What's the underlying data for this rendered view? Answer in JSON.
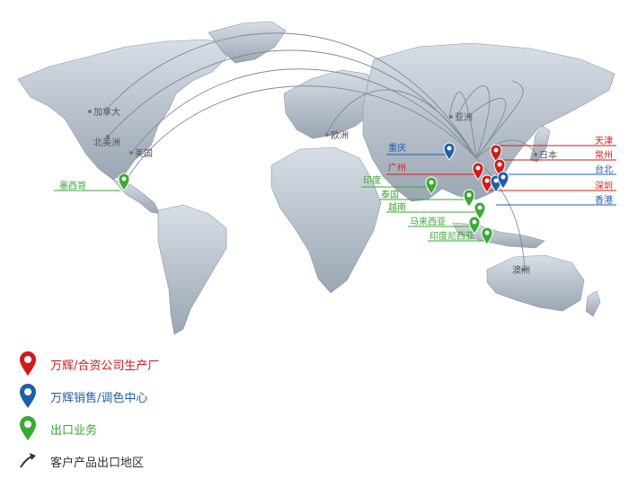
{
  "map": {
    "labels": {
      "canada": "加拿大",
      "north_america": "北美洲",
      "usa": "美国",
      "mexico": "墨西哥",
      "europe": "欧洲",
      "asia": "亚洲",
      "japan": "日本",
      "australia": "澳洲",
      "chongqing": "重庆",
      "guangzhou": "广州",
      "india": "印度",
      "thailand": "泰国",
      "vietnam": "越南",
      "malaysia": "马来西亚",
      "indonesia": "印度尼西亚",
      "tianjin": "天津",
      "changzhou": "常州",
      "taipei": "台北",
      "shenzhen": "深圳",
      "hongkong": "香港"
    }
  },
  "legend": {
    "factory": "万辉/合资公司生产厂",
    "sales": "万辉销售/调色中心",
    "export": "出口业务",
    "regions": "客户产品出口地区"
  },
  "colors": {
    "factory": "#d31a1a",
    "sales": "#1f5ea8",
    "export": "#3aa935",
    "land": "#b9c3cf"
  }
}
